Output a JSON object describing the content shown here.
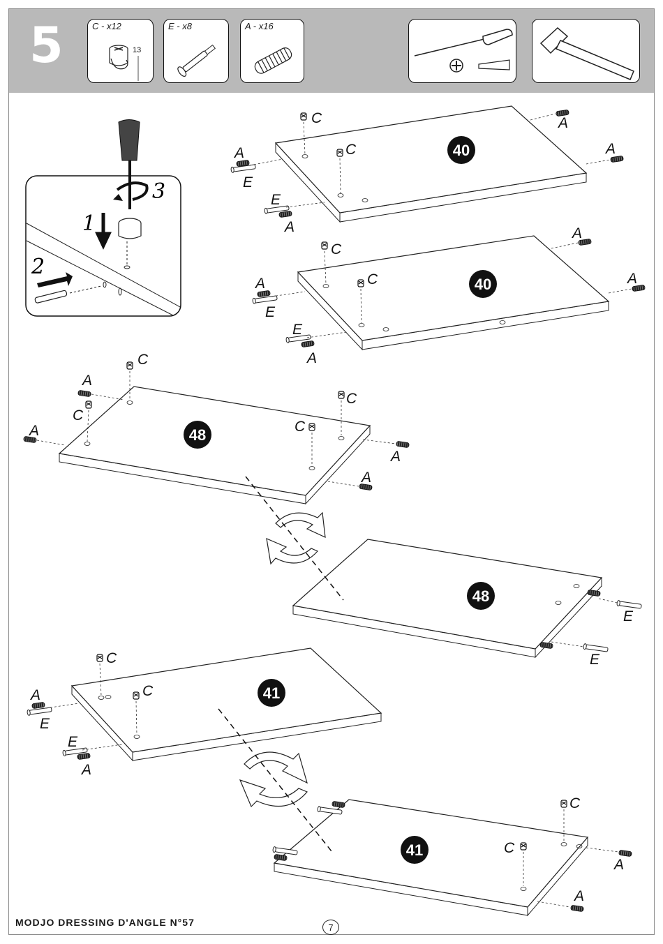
{
  "step": {
    "number": "5"
  },
  "parts": [
    {
      "letter": "C",
      "label": "C - x12",
      "dimension": "13"
    },
    {
      "letter": "E",
      "label": "E - x8"
    },
    {
      "letter": "A",
      "label": "A - x16"
    }
  ],
  "tools": [
    "screwdriver-icon",
    "hammer-icon"
  ],
  "inset": {
    "step1": "1",
    "step2": "2",
    "step3": "3"
  },
  "panels": [
    "40",
    "40",
    "48",
    "48",
    "41",
    "41"
  ],
  "labels": {
    "a": "A",
    "c": "C",
    "e": "E"
  },
  "footer": {
    "title": "MODJO DRESSING D'ANGLE N°57",
    "page": "7"
  }
}
